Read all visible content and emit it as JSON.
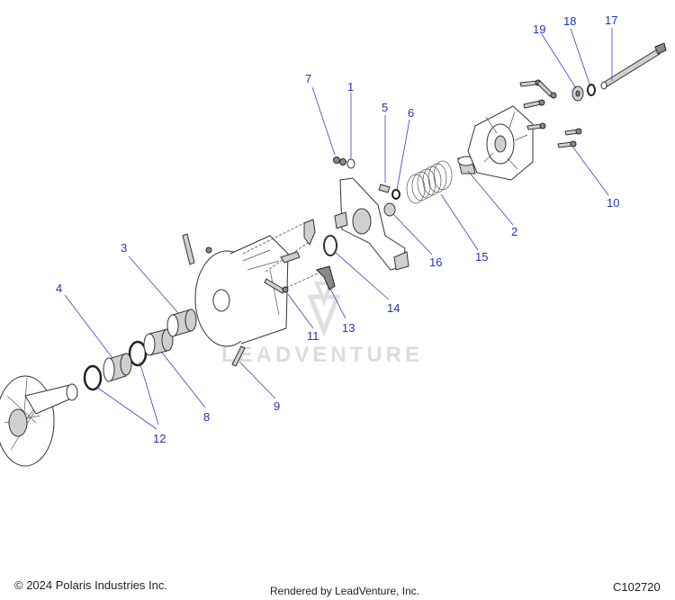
{
  "watermark": "LEADVENTURE",
  "callouts": [
    {
      "id": "1",
      "label": "1"
    },
    {
      "id": "2",
      "label": "2"
    },
    {
      "id": "3",
      "label": "3"
    },
    {
      "id": "4",
      "label": "4"
    },
    {
      "id": "5",
      "label": "5"
    },
    {
      "id": "6",
      "label": "6"
    },
    {
      "id": "7",
      "label": "7"
    },
    {
      "id": "8",
      "label": "8"
    },
    {
      "id": "9",
      "label": "9"
    },
    {
      "id": "10",
      "label": "10"
    },
    {
      "id": "11",
      "label": "11"
    },
    {
      "id": "12",
      "label": "12"
    },
    {
      "id": "13",
      "label": "13"
    },
    {
      "id": "14",
      "label": "14"
    },
    {
      "id": "15",
      "label": "15"
    },
    {
      "id": "16",
      "label": "16"
    },
    {
      "id": "17",
      "label": "17"
    },
    {
      "id": "18",
      "label": "18"
    },
    {
      "id": "19",
      "label": "19"
    }
  ],
  "footer": {
    "copyright": "© 2024 Polaris Industries Inc.",
    "rendered_by": "Rendered by LeadVenture, Inc.",
    "diagram_code": "C102720"
  }
}
